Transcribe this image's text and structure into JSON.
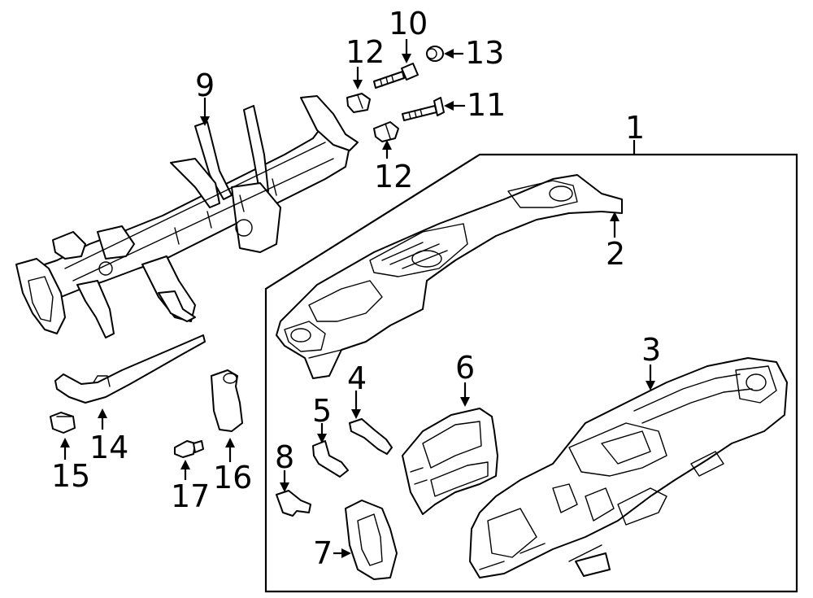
{
  "callouts": [
    {
      "id": "1",
      "label": "1"
    },
    {
      "id": "2",
      "label": "2"
    },
    {
      "id": "3",
      "label": "3"
    },
    {
      "id": "4",
      "label": "4"
    },
    {
      "id": "5",
      "label": "5"
    },
    {
      "id": "6",
      "label": "6"
    },
    {
      "id": "7",
      "label": "7"
    },
    {
      "id": "8",
      "label": "8"
    },
    {
      "id": "9",
      "label": "9"
    },
    {
      "id": "10",
      "label": "10"
    },
    {
      "id": "11",
      "label": "11"
    },
    {
      "id": "12a",
      "label": "12"
    },
    {
      "id": "12b",
      "label": "12"
    },
    {
      "id": "13",
      "label": "13"
    },
    {
      "id": "14",
      "label": "14"
    },
    {
      "id": "15",
      "label": "15"
    },
    {
      "id": "16",
      "label": "16"
    },
    {
      "id": "17",
      "label": "17"
    }
  ]
}
